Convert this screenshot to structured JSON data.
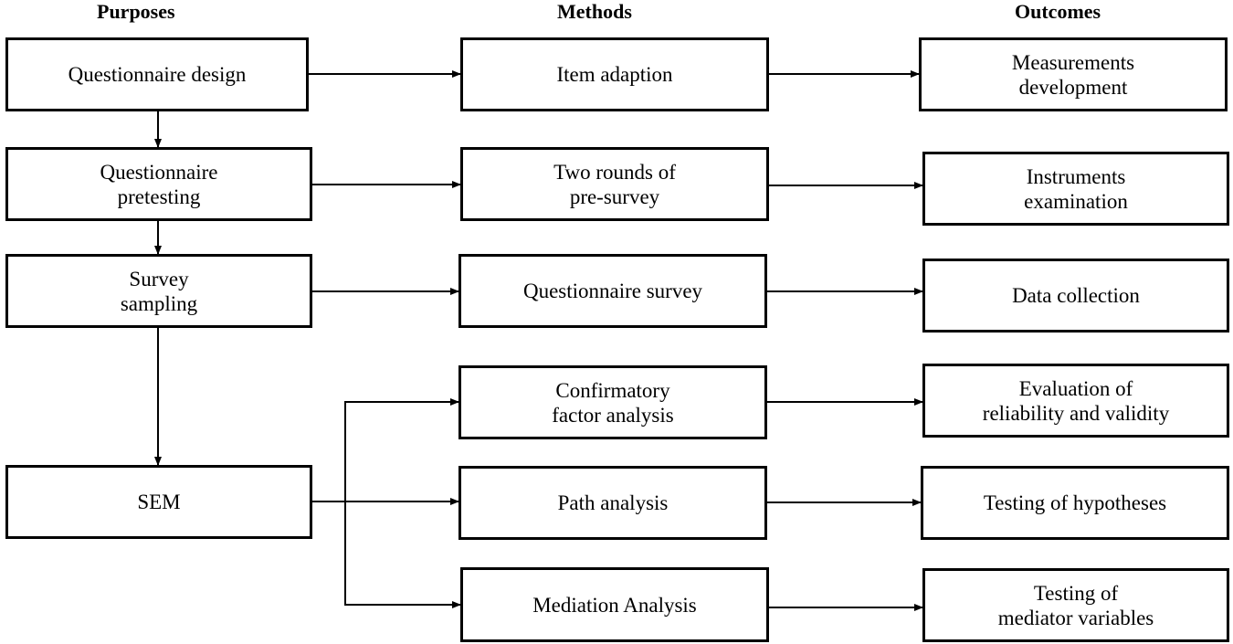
{
  "headers": {
    "purposes": "Purposes",
    "methods": "Methods",
    "outcomes": "Outcomes"
  },
  "purposes": [
    "Questionnaire design",
    "Questionnaire\npretesting",
    "Survey\nsampling",
    "SEM"
  ],
  "methods": [
    "Item adaption",
    "Two rounds of\npre-survey",
    "Questionnaire survey",
    "Confirmatory\nfactor analysis",
    "Path analysis",
    "Mediation Analysis"
  ],
  "outcomes": [
    "Measurements\ndevelopment",
    "Instruments\nexamination",
    "Data collection",
    "Evaluation of\nreliability and validity",
    "Testing of hypotheses",
    "Testing of\nmediator variables"
  ]
}
